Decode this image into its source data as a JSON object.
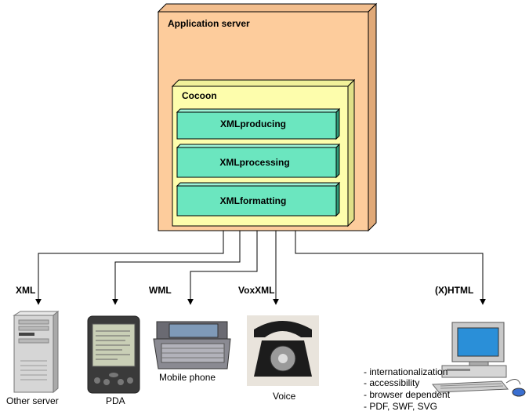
{
  "diagram": {
    "app_server": {
      "title": "Application server"
    },
    "cocoon": {
      "title": "Cocoon",
      "stages": [
        {
          "label": "XMLproducing"
        },
        {
          "label": "XMLprocessing"
        },
        {
          "label": "XMLformatting"
        }
      ]
    },
    "formats": [
      {
        "label": "XML"
      },
      {
        "label": "WML"
      },
      {
        "label": "VoxXML"
      },
      {
        "label": "(X)HTML"
      }
    ],
    "clients": [
      {
        "label": "Other server"
      },
      {
        "label": "PDA"
      },
      {
        "label": "Mobile phone"
      },
      {
        "label": "Voice"
      }
    ],
    "html_features": [
      "- internationalization",
      "- accessibility",
      "- browser dependent",
      "- PDF, SWF, SVG"
    ]
  },
  "colors": {
    "server_fill": "#fdcc9c",
    "server_side": "#e8b486",
    "cocoon_fill": "#fdfdac",
    "cocoon_side": "#e6e690",
    "stage_fill": "#6be6bf",
    "stage_side": "#2f9a78",
    "line": "#000000"
  }
}
